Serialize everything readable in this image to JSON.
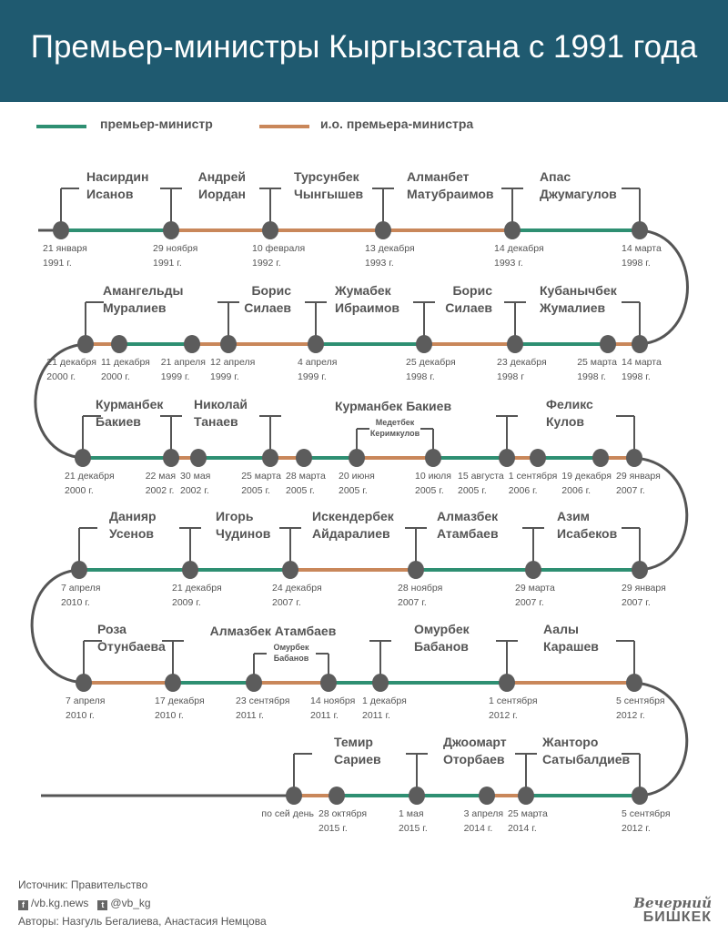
{
  "title": "Премьер-министры Кыргызстана с 1991 года",
  "legend": {
    "pm": "премьер-министр",
    "acting": "и.о. премьера-министра"
  },
  "colors": {
    "header": "#1f5a70",
    "pm": "#2e8f72",
    "acting": "#c9875a",
    "node": "#5c5c5c",
    "track": "#555555"
  },
  "rows": [
    {
      "nodes": [
        [
          "21 января",
          "1991 г."
        ],
        [
          "29 ноября",
          "1991 г."
        ],
        [
          "10 февраля",
          "1992 г."
        ],
        [
          "13 декабря",
          "1993 г."
        ],
        [
          "14 декабря",
          "1993 г."
        ],
        [
          "14 марта",
          "1998 г."
        ]
      ],
      "segments": [
        "pm",
        "acting",
        "acting",
        "acting",
        "pm"
      ],
      "people": [
        [
          "Насирдин",
          "Исанов"
        ],
        [
          "Андрей",
          "Иордан"
        ],
        [
          "Турсунбек",
          "Чынгышев"
        ],
        [
          "Алманбет",
          "Матубраимов"
        ],
        [
          "Апас",
          "Джумагулов"
        ]
      ]
    },
    {
      "nodes": [
        [
          "21 декабря",
          "2000 г."
        ],
        [
          "11 декабря",
          "2000 г."
        ],
        [
          "21 апреля",
          "1999 г."
        ],
        [
          "12 апреля",
          "1999 г."
        ],
        [
          "4 апреля",
          "1999 г."
        ],
        [
          "25 декабря",
          "1998 г."
        ],
        [
          "23 декабря",
          "1998 г"
        ],
        [
          "25 марта",
          "1998 г."
        ],
        [
          "14 марта",
          "1998 г."
        ]
      ],
      "segments": [
        "acting",
        "pm",
        "acting",
        "acting",
        "pm",
        "acting",
        "pm",
        "acting"
      ],
      "people": [
        [
          "Амангельды",
          "Муралиев"
        ],
        [
          "Борис",
          "Силаев"
        ],
        [
          "Жумабек",
          "Ибраимов"
        ],
        [
          "Борис",
          "Силаев"
        ],
        [
          "Кубанычбек",
          "Жумалиев"
        ]
      ]
    },
    {
      "nodes": [
        [
          "21 декабря",
          "2000 г."
        ],
        [
          "22 мая",
          "2002 г."
        ],
        [
          "30 мая",
          "2002 г."
        ],
        [
          "25 марта",
          "2005 г."
        ],
        [
          "28 марта",
          "2005 г."
        ],
        [
          "20 июня",
          "2005 г."
        ],
        [
          "10 июля",
          "2005 г."
        ],
        [
          "15 августа",
          "2005 г."
        ],
        [
          "1 сентября",
          "2006 г."
        ],
        [
          "19 декабря",
          "2006 г."
        ],
        [
          "29 января",
          "2007 г."
        ]
      ],
      "segments": [
        "pm",
        "acting",
        "pm",
        "acting",
        "pm",
        "acting",
        "pm",
        "acting",
        "pm",
        "acting"
      ],
      "people": [
        [
          "Курманбек",
          "Бакиев"
        ],
        [
          "Николай",
          "Танаев"
        ],
        [
          "Курманбек Бакиев",
          ""
        ],
        [
          "Медетбек",
          "Керимкулов"
        ],
        [
          "Феликс",
          "Кулов"
        ]
      ]
    },
    {
      "nodes": [
        [
          "7 апреля",
          "2010 г."
        ],
        [
          "21 декабря",
          "2009 г."
        ],
        [
          "24 декабря",
          "2007 г."
        ],
        [
          "28 ноября",
          "2007 г."
        ],
        [
          "29 марта",
          "2007 г."
        ],
        [
          "29 января",
          "2007 г."
        ]
      ],
      "segments": [
        "pm",
        "pm",
        "acting",
        "pm",
        "pm"
      ],
      "people": [
        [
          "Данияр",
          "Усенов"
        ],
        [
          "Игорь",
          "Чудинов"
        ],
        [
          "Искендербек",
          "Айдаралиев"
        ],
        [
          "Алмазбек",
          "Атамбаев"
        ],
        [
          "Азим",
          "Исабеков"
        ]
      ]
    },
    {
      "nodes": [
        [
          "7 апреля",
          "2010 г."
        ],
        [
          "17 декабря",
          "2010 г."
        ],
        [
          "23 сентября",
          "2011 г."
        ],
        [
          "14 ноября",
          "2011 г."
        ],
        [
          "1 декабря",
          "2011 г."
        ],
        [
          "1 сентября",
          "2012 г."
        ],
        [
          "5 сентября",
          "2012 г."
        ]
      ],
      "segments": [
        "acting",
        "pm",
        "acting",
        "pm",
        "pm",
        "acting"
      ],
      "people": [
        [
          "Роза",
          "Отунбаева"
        ],
        [
          "Алмазбек Атамбаев",
          ""
        ],
        [
          "Омурбек",
          "Бабанов"
        ],
        [
          "Омурбек",
          "Бабанов"
        ],
        [
          "Аалы",
          "Карашев"
        ]
      ]
    },
    {
      "nodes": [
        [
          "по сей день",
          ""
        ],
        [
          "28 октября",
          "2015 г."
        ],
        [
          "1 мая",
          "2015 г."
        ],
        [
          "3 апреля",
          "2014 г."
        ],
        [
          "25 марта",
          "2014 г."
        ],
        [
          "5 сентября",
          "2012 г."
        ]
      ],
      "segments": [
        "acting",
        "pm",
        "pm",
        "acting",
        "pm"
      ],
      "people": [
        [
          "Темир",
          "Сариев"
        ],
        [
          "Джоомарт",
          "Оторбаев"
        ],
        [
          "Жанторо",
          "Сатыбалдиев"
        ]
      ]
    }
  ],
  "footer": {
    "source": "Источник: Правительство",
    "facebook": "/vb.kg.news",
    "twitter": "@vb_kg",
    "authors": "Авторы: Назгуль Бегалиева, Анастасия Немцова",
    "logo1": "Вечерний",
    "logo2": "БИШКЕК"
  }
}
